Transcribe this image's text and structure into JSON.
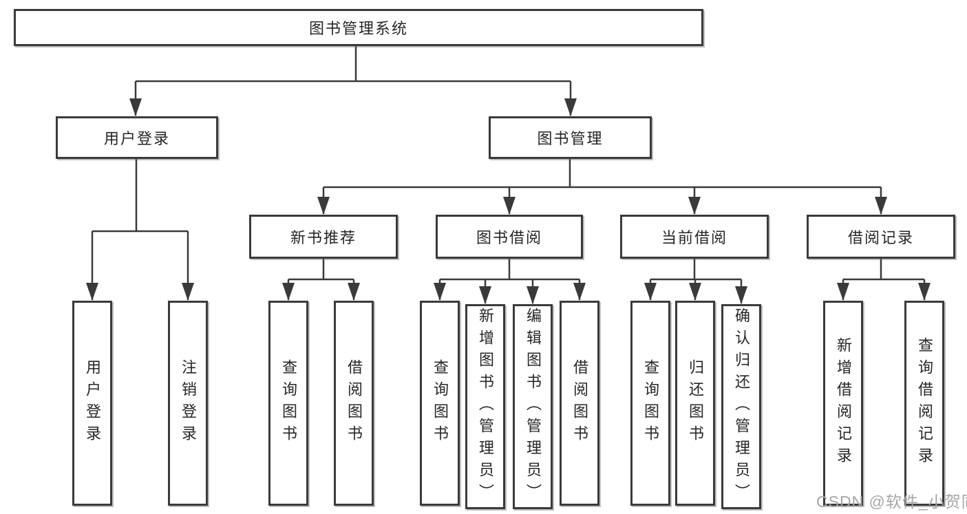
{
  "diagram": {
    "title": "图书管理系统",
    "tree": {
      "root": "图书管理系统",
      "branches": [
        {
          "label": "用户登录",
          "children": [
            "用户登录",
            "注销登录"
          ]
        },
        {
          "label": "图书管理",
          "sections": [
            {
              "label": "新书推荐",
              "children": [
                "查询图书",
                "借阅图书"
              ]
            },
            {
              "label": "图书借阅",
              "children": [
                "查询图书",
                "新增图书（管理员）",
                "编辑图书（管理员）",
                "借阅图书"
              ]
            },
            {
              "label": "当前借阅",
              "children": [
                "查询图书",
                "归还图书",
                "确认归还（管理员）"
              ]
            },
            {
              "label": "借阅记录",
              "children": [
                "新增借阅记录",
                "查询借阅记录"
              ]
            }
          ]
        }
      ]
    },
    "colors": {
      "line": "#3a3a3a",
      "box_border": "#3a3a3a",
      "text": "#262626",
      "watermark": "#a6a6a6",
      "background": "#ffffff"
    },
    "watermark": "CSDN @软件_小贺同学"
  }
}
